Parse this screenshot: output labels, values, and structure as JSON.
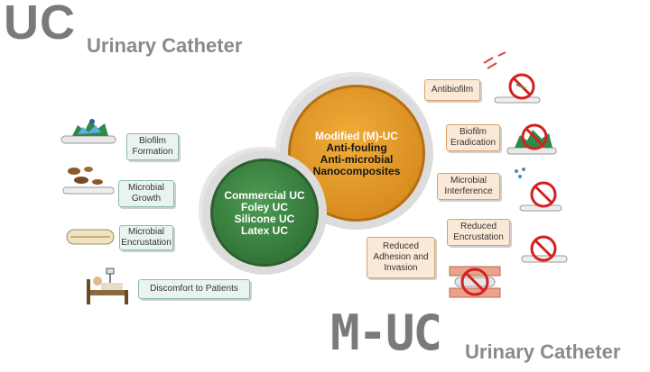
{
  "header": {
    "top_abbr": "UC",
    "top_full": "Urinary Catheter",
    "bottom_abbr": "M-UC",
    "bottom_full": "Urinary Catheter"
  },
  "commercial": {
    "title": "Commercial UC",
    "items": [
      "Foley UC",
      "Silicone UC",
      "Latex UC"
    ]
  },
  "modified": {
    "title": "Modified (M)-UC",
    "items": [
      "Anti-fouling",
      "Anti-microbial",
      "Nanocomposites"
    ]
  },
  "problems": [
    {
      "line1": "Biofilm",
      "line2": "Formation"
    },
    {
      "line1": "Microbial",
      "line2": "Growth"
    },
    {
      "line1": "Microbial",
      "line2": "Encrustation"
    },
    {
      "line1": "Discomfort to Patients",
      "line2": ""
    }
  ],
  "solutions": [
    {
      "line1": "Antibiofilm",
      "line2": "",
      "line3": ""
    },
    {
      "line1": "Biofilm",
      "line2": "Eradication",
      "line3": ""
    },
    {
      "line1": "Microbial",
      "line2": "Interference",
      "line3": ""
    },
    {
      "line1": "Reduced",
      "line2": "Encrustation",
      "line3": ""
    },
    {
      "line1": "Reduced",
      "line2": "Adhesion and",
      "line3": "Invasion"
    }
  ],
  "colors": {
    "commercial": "#2e7134",
    "modified": "#d7891c",
    "problem_box": "#e9f4f1",
    "solution_box": "#fbe9d7",
    "no_sign": "#d42020"
  }
}
